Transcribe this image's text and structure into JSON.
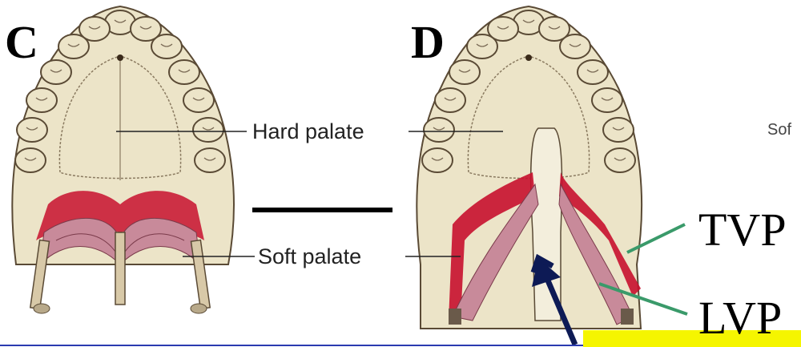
{
  "panels": [
    {
      "letter": "C"
    },
    {
      "letter": "D"
    }
  ],
  "labels": {
    "hard_palate": "Hard palate",
    "soft_palate": "Soft palate",
    "tvp": "TVP",
    "lvp": "LVP",
    "cropped_soft": "Sof"
  },
  "colors": {
    "bone": "#ece4c8",
    "outline": "#5a4a35",
    "muscle_red": "#c8102e",
    "muscle_pink": "#c88a9a",
    "leader_green": "#3a9a6a",
    "arrow_navy": "#0d1a55",
    "highlight_yellow": "#f5f500",
    "bottom_rule": "#2a3ab0"
  }
}
